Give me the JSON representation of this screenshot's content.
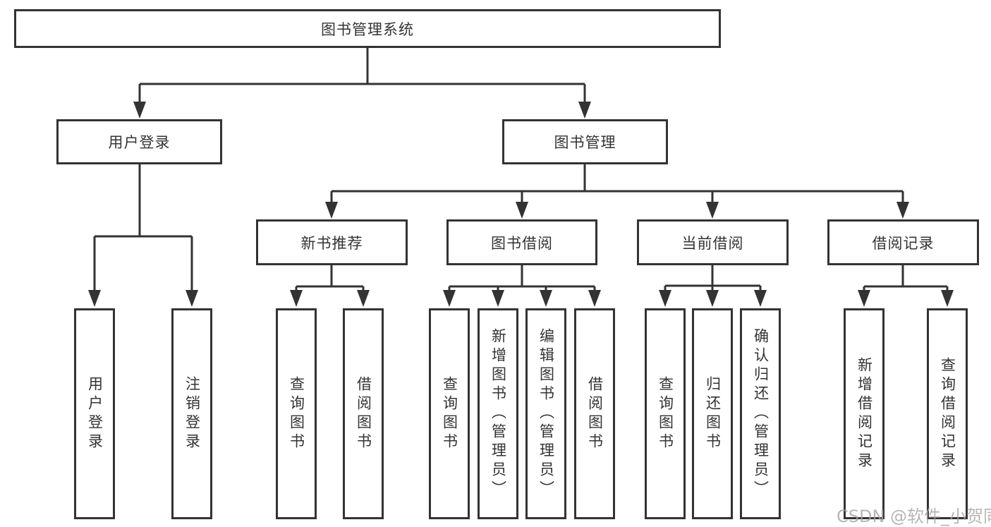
{
  "colors": {
    "line": "#333333",
    "box_border": "#333333",
    "text": "#333333",
    "background": "#ffffff",
    "watermark": "#a4a4a4"
  },
  "tree": {
    "root": {
      "label": "图书管理系统"
    },
    "branches": [
      {
        "label": "用户登录",
        "children": [
          {
            "label": "用户登录"
          },
          {
            "label": "注销登录"
          }
        ]
      },
      {
        "label": "图书管理",
        "children": [
          {
            "label": "新书推荐",
            "children": [
              {
                "label": "查询图书"
              },
              {
                "label": "借阅图书"
              }
            ]
          },
          {
            "label": "图书借阅",
            "children": [
              {
                "label": "查询图书"
              },
              {
                "label": "新增图书（管理员）"
              },
              {
                "label": "编辑图书（管理员）"
              },
              {
                "label": "借阅图书"
              }
            ]
          },
          {
            "label": "当前借阅",
            "children": [
              {
                "label": "查询图书"
              },
              {
                "label": "归还图书"
              },
              {
                "label": "确认归还（管理员）"
              }
            ]
          },
          {
            "label": "借阅记录",
            "children": [
              {
                "label": "新增借阅记录"
              },
              {
                "label": "查询借阅记录"
              }
            ]
          }
        ]
      }
    ]
  },
  "watermark": {
    "text": "CSDN @软件_小贺同学"
  }
}
